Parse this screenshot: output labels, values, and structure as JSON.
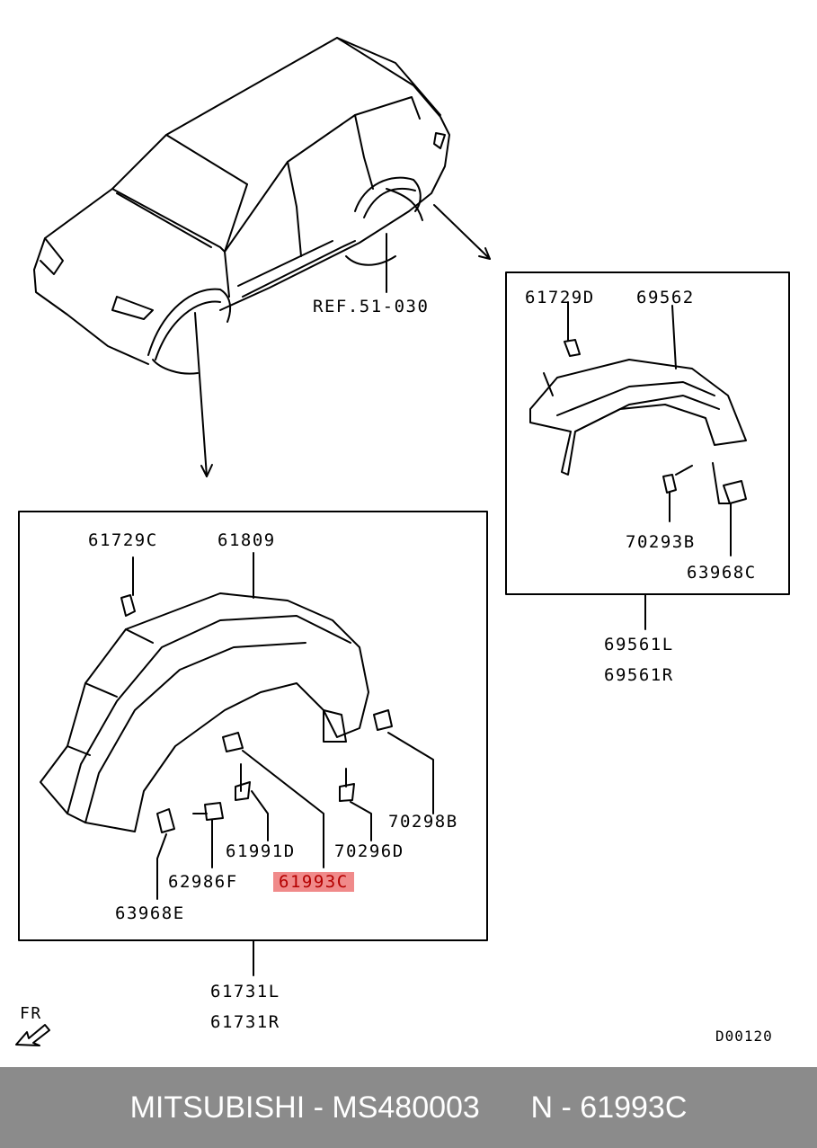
{
  "labels": {
    "ref": "REF.51-030",
    "rear_clip": "61729D",
    "rear_liner": "69562",
    "rear_screw": "70293B",
    "rear_nut": "63968C",
    "rear_assy_l": "69561L",
    "rear_assy_r": "69561R",
    "front_clip": "61729C",
    "front_liner": "61809",
    "front_bolt_nut": "70298B",
    "front_screw_a": "61991D",
    "front_screw_b": "70296D",
    "front_washer_bolt": "62986F",
    "front_clip_c": "61993C",
    "front_nut_e": "63968E",
    "front_assy_l": "61731L",
    "front_assy_r": "61731R",
    "fr": "FR",
    "code": "D00120"
  },
  "highlight_color": "#f08a8a",
  "footer": {
    "brand": "MITSUBISHI - MS480003",
    "part": "N - 61993C"
  }
}
